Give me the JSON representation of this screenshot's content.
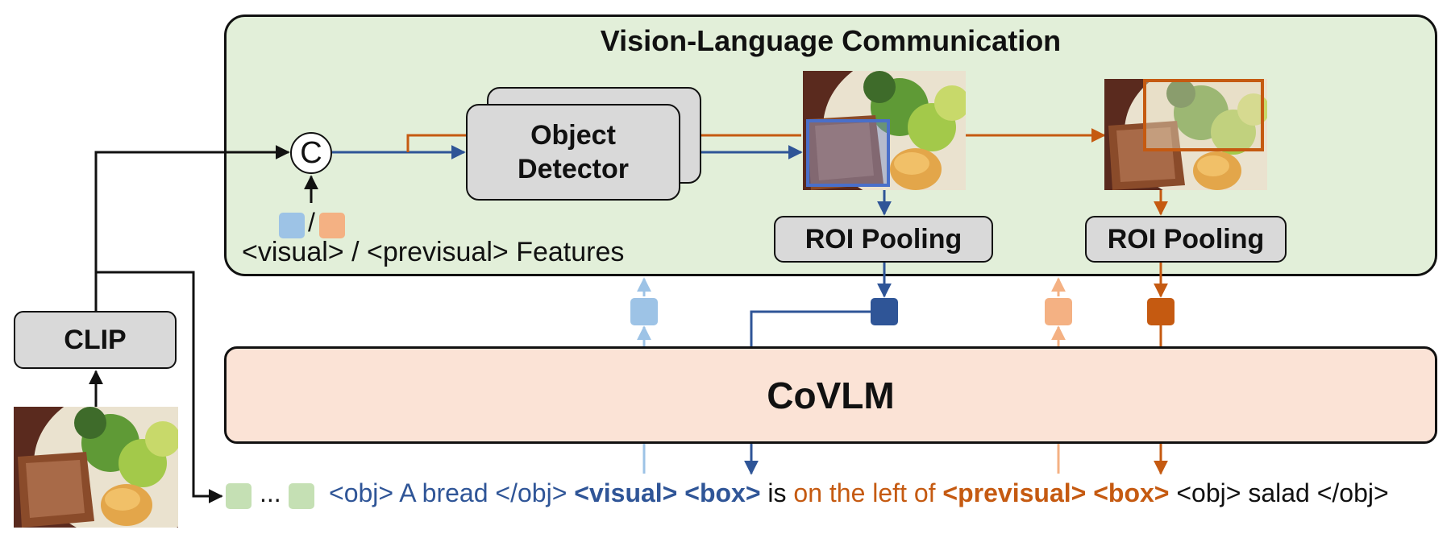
{
  "title": "Vision-Language Communication",
  "object_detector_label": "Object Detector",
  "roi_pooling_label_1": "ROI Pooling",
  "roi_pooling_label_2": "ROI Pooling",
  "clip_label": "CLIP",
  "covlm_label": "CoVLM",
  "concat_symbol": "C",
  "features_caption": "<visual> / <previsual> Features",
  "swatch_separator": "/",
  "ellipsis": "...",
  "sentence": {
    "obj1_open": "<obj>",
    "obj1_text": "A bread",
    "obj1_close": "</obj>",
    "visual_token": "<visual>",
    "box_token_1": "<box>",
    "relation_is": "is",
    "relation_rest": "on the left of",
    "previsual_token": "<previsual>",
    "box_token_2": "<box>",
    "obj2_open": "<obj>",
    "obj2_text": "salad",
    "obj2_close": "</obj>"
  },
  "colors": {
    "panel_green": "#e2efd9",
    "covlm_peach": "#fbe3d6",
    "blue": "#2f5597",
    "orange": "#c55a11",
    "light_blue": "#9dc3e6",
    "light_orange": "#f4b183",
    "token_green": "#c5e0b4",
    "box_gray": "#d9d9d9"
  },
  "icons": [
    "concat-circle",
    "food-photo"
  ]
}
